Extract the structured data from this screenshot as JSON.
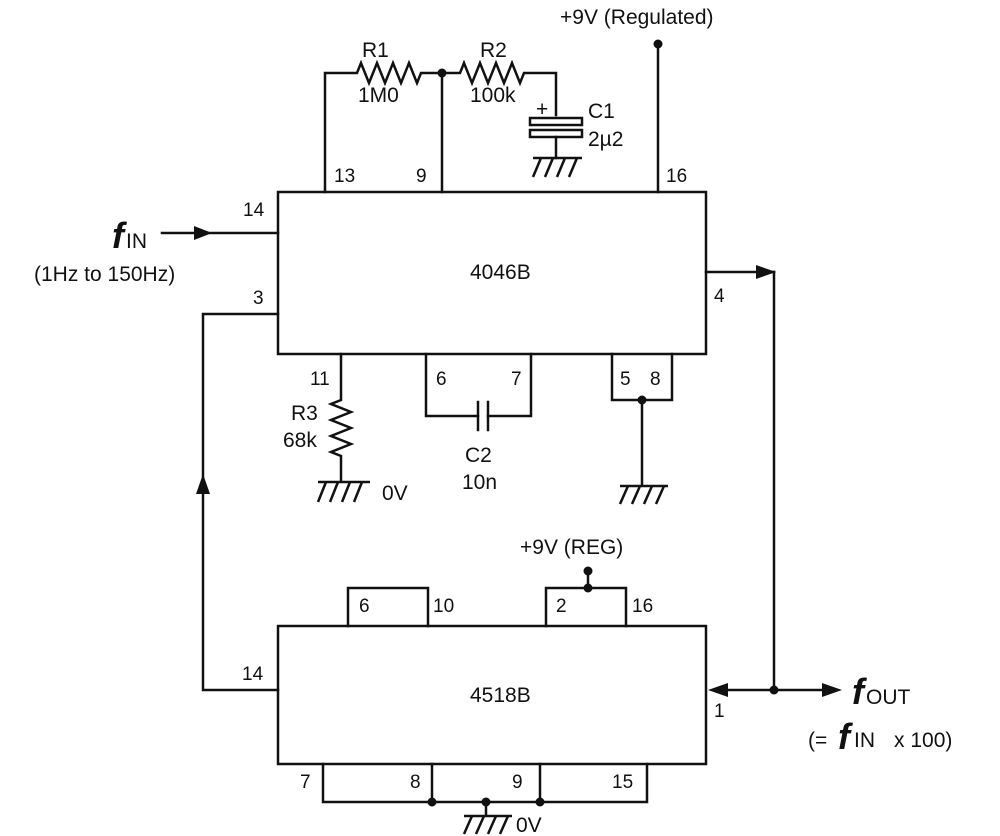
{
  "supply": {
    "top_label": "+9V (Regulated)",
    "reg_label": "+9V (REG)",
    "ground_label": "0V"
  },
  "ic1": {
    "name": "4046B",
    "pins": {
      "p13": "13",
      "p9": "9",
      "p16": "16",
      "p14": "14",
      "p3": "3",
      "p4": "4",
      "p11": "11",
      "p6": "6",
      "p7": "7",
      "p5": "5",
      "p8": "8"
    }
  },
  "ic2": {
    "name": "4518B",
    "pins": {
      "p6": "6",
      "p10": "10",
      "p2": "2",
      "p16": "16",
      "p14": "14",
      "p1": "1",
      "p7": "7",
      "p8": "8",
      "p9": "9",
      "p15": "15"
    }
  },
  "components": {
    "r1": {
      "ref": "R1",
      "value": "1M0"
    },
    "r2": {
      "ref": "R2",
      "value": "100k"
    },
    "r3": {
      "ref": "R3",
      "value": "68k"
    },
    "c1": {
      "ref": "C1",
      "value": "2µ2",
      "polarity": "+"
    },
    "c2": {
      "ref": "C2",
      "value": "10n"
    }
  },
  "input": {
    "f": "f",
    "sub": "IN",
    "range": "(1Hz to 150Hz)"
  },
  "output": {
    "f": "f",
    "sub": "OUT",
    "formula_prefix": "(=",
    "formula_f": "f",
    "formula_sub": "IN",
    "formula_suffix": "x 100)"
  }
}
